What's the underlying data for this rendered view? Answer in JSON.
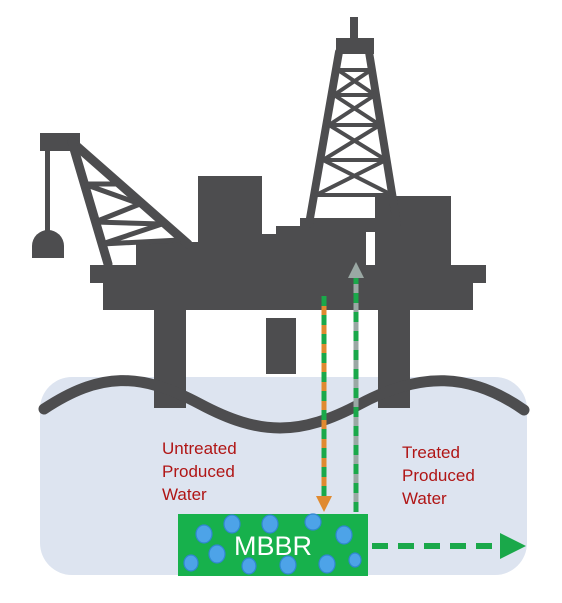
{
  "labels": {
    "untreated": [
      "Untreated",
      "Produced",
      "Water"
    ],
    "treated": [
      "Treated",
      "Produced",
      "Water"
    ],
    "mbbr": "MBBR"
  },
  "colors": {
    "structure": "#4d4d4f",
    "water": "#dde4f0",
    "mbbr_fill": "#17b14c",
    "bubble": "#4da3e8",
    "label_text": "#b01515",
    "mbbr_text": "#ffffff",
    "untreated_stream": "#e08a30",
    "treated_stream": "#9aa8a4",
    "stream_dash": "#1aa84a"
  }
}
